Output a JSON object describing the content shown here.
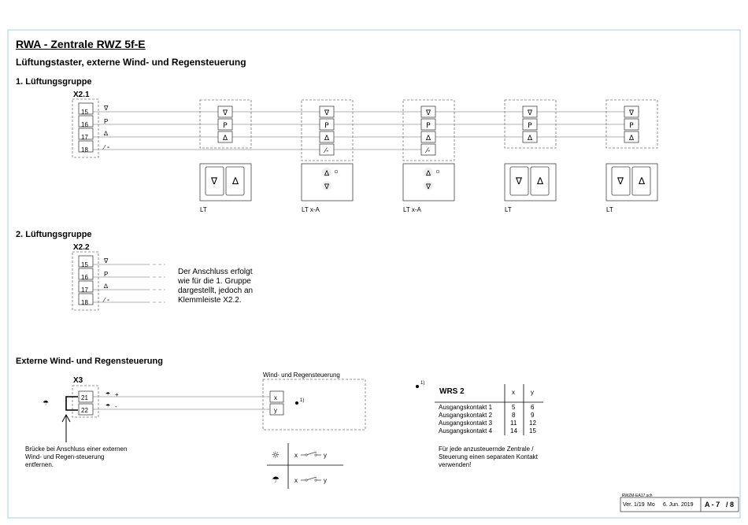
{
  "header": {
    "title": "RWA - Zentrale  RWZ 5f-E",
    "subtitle": "Lüftungstaster, externe Wind- und Regensteuerung"
  },
  "group1": {
    "heading": "1. Lüftungsgruppe",
    "terminal": "X2.1",
    "pins": [
      "15",
      "16",
      "17",
      "18"
    ],
    "devices": [
      "LT",
      "LT x-A",
      "LT x-A",
      "LT",
      "LT"
    ]
  },
  "group2": {
    "heading": "2. Lüftungsgruppe",
    "terminal": "X2.2",
    "pins": [
      "15",
      "16",
      "17",
      "18"
    ],
    "note": "Der Anschluss erfolgt wie für die 1. Gruppe dargestellt, jedoch an Klemmleiste X2.2."
  },
  "signals": {
    "down": "∇",
    "p": "P",
    "up": "∆",
    "s": "⁄ ⁃"
  },
  "external": {
    "heading": "Externe Wind- und Regensteuerung",
    "terminal": "X3",
    "pins": [
      "21",
      "22"
    ],
    "pin_labels": [
      "+",
      "-"
    ],
    "box_title": "Wind- und Regensteuerung",
    "box_pins": [
      "x",
      "y"
    ],
    "footnote": "1)",
    "bridge_note": "Brücke bei Anschluss einer externen Wind- und Regen-steuerung entfernen.",
    "switch_x": "x",
    "switch_y": "y"
  },
  "wrs_table": {
    "footnote": "1)",
    "title": "WRS 2",
    "col_x": "x",
    "col_y": "y",
    "rows": [
      {
        "label": "Ausgangskontakt 1",
        "x": "5",
        "y": "6"
      },
      {
        "label": "Ausgangskontakt 2",
        "x": "8",
        "y": "9"
      },
      {
        "label": "Ausgangskontakt 3",
        "x": "11",
        "y": "12"
      },
      {
        "label": "Ausgangskontakt 4",
        "x": "14",
        "y": "15"
      }
    ],
    "note": "Für jede anzusteuernde Zentrale / Steuerung einen separaten Kontakt verwenden!"
  },
  "footer": {
    "file": "RWZM-EA17.sch",
    "version": "Ver. 1/19",
    "day": "Mo",
    "date": "6. Jun. 2019",
    "page": "A - 7",
    "total": "/ 8"
  }
}
